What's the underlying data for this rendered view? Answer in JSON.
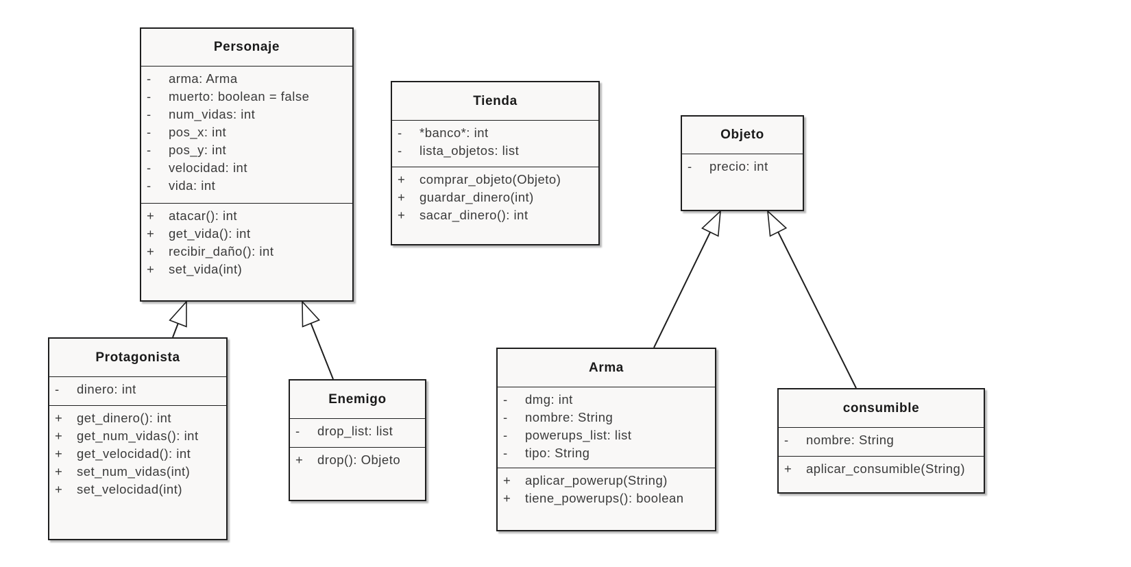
{
  "classes": {
    "personaje": {
      "name": "Personaje",
      "attributes": [
        {
          "vis": "-",
          "text": "arma: Arma"
        },
        {
          "vis": "-",
          "text": "muerto: boolean = false"
        },
        {
          "vis": "-",
          "text": "num_vidas: int"
        },
        {
          "vis": "-",
          "text": "pos_x: int"
        },
        {
          "vis": "-",
          "text": "pos_y: int"
        },
        {
          "vis": "-",
          "text": "velocidad: int"
        },
        {
          "vis": "-",
          "text": "vida: int"
        }
      ],
      "operations": [
        {
          "vis": "+",
          "text": "atacar(): int"
        },
        {
          "vis": "+",
          "text": "get_vida(): int"
        },
        {
          "vis": "+",
          "text": "recibir_daño(): int"
        },
        {
          "vis": "+",
          "text": "set_vida(int)"
        }
      ]
    },
    "tienda": {
      "name": "Tienda",
      "attributes": [
        {
          "vis": "-",
          "text": "*banco*: int"
        },
        {
          "vis": "-",
          "text": "lista_objetos: list"
        }
      ],
      "operations": [
        {
          "vis": "+",
          "text": "comprar_objeto(Objeto)"
        },
        {
          "vis": "+",
          "text": "guardar_dinero(int)"
        },
        {
          "vis": "+",
          "text": "sacar_dinero(): int"
        }
      ]
    },
    "objeto": {
      "name": "Objeto",
      "attributes": [
        {
          "vis": "-",
          "text": "precio: int"
        }
      ],
      "operations": []
    },
    "protagonista": {
      "name": "Protagonista",
      "attributes": [
        {
          "vis": "-",
          "text": "dinero: int"
        }
      ],
      "operations": [
        {
          "vis": "+",
          "text": "get_dinero(): int"
        },
        {
          "vis": "+",
          "text": "get_num_vidas(): int"
        },
        {
          "vis": "+",
          "text": "get_velocidad(): int"
        },
        {
          "vis": "+",
          "text": "set_num_vidas(int)"
        },
        {
          "vis": "+",
          "text": "set_velocidad(int)"
        }
      ]
    },
    "enemigo": {
      "name": "Enemigo",
      "attributes": [
        {
          "vis": "-",
          "text": "drop_list: list"
        }
      ],
      "operations": [
        {
          "vis": "+",
          "text": "drop(): Objeto"
        }
      ]
    },
    "arma": {
      "name": "Arma",
      "attributes": [
        {
          "vis": "-",
          "text": "dmg: int"
        },
        {
          "vis": "-",
          "text": "nombre: String"
        },
        {
          "vis": "-",
          "text": "powerups_list: list"
        },
        {
          "vis": "-",
          "text": "tipo: String"
        }
      ],
      "operations": [
        {
          "vis": "+",
          "text": "aplicar_powerup(String)"
        },
        {
          "vis": "+",
          "text": "tiene_powerups(): boolean"
        }
      ]
    },
    "consumible": {
      "name": "consumible",
      "attributes": [
        {
          "vis": "-",
          "text": "nombre: String"
        }
      ],
      "operations": [
        {
          "vis": "+",
          "text": "aplicar_consumible(String)"
        }
      ]
    }
  },
  "generalizations": [
    {
      "from": "protagonista",
      "to": "personaje"
    },
    {
      "from": "enemigo",
      "to": "personaje"
    },
    {
      "from": "arma",
      "to": "objeto"
    },
    {
      "from": "consumible",
      "to": "objeto"
    }
  ]
}
